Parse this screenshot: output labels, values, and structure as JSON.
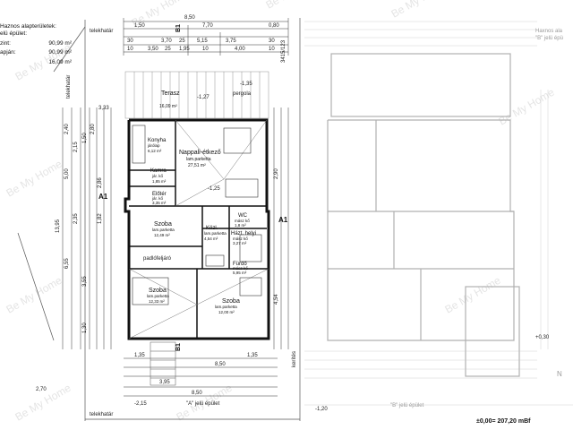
{
  "legend": {
    "title": "Haznos alapterületek:",
    "subtitle": "elü épület:",
    "rows": [
      {
        "label": "zint:",
        "value": "90,99 m²"
      },
      {
        "label": "apján:",
        "value": "90,99 m²"
      },
      {
        "label": "",
        "value": "16,09 m²"
      }
    ]
  },
  "ghost_legend": {
    "title": "Haxnos ala",
    "subtitle": "\"B\" jelü épü"
  },
  "rooms": {
    "terasz": {
      "name": "Terasz",
      "area": "16,09 m²"
    },
    "konyha": {
      "name": "Konyha",
      "floor": "járólap",
      "area": "6,12 m²"
    },
    "nappali": {
      "name": "Nappali-étkező",
      "floor": "lam.parketta",
      "area": "27,51 m²"
    },
    "kamra": {
      "name": "Kamra",
      "floor": "jár. kő",
      "area": "1,85 m²"
    },
    "eloter": {
      "name": "Előtér",
      "floor": "jár. kő",
      "area": "3,35 m²"
    },
    "wc": {
      "name": "WC",
      "floor": "mász kő",
      "area": "1,8 m²"
    },
    "kozl": {
      "name": "Közl.",
      "floor": "lam.parketta",
      "area": "4,54 m²"
    },
    "haztelyis": {
      "name": "Házt. helyi",
      "floor": "mász kő",
      "area": "3,27 m²"
    },
    "szoba1": {
      "name": "Szoba",
      "floor": "lam.parketta",
      "area": "12,49 m²"
    },
    "furdo": {
      "name": "Fürdő",
      "floor": "mász kő",
      "area": "5,95 m²"
    },
    "szoba2": {
      "name": "Szoba",
      "floor": "lam.parketta",
      "area": "12,33 m²"
    },
    "szoba3": {
      "name": "Szoba",
      "floor": "lam.parketta",
      "area": "12,00 m²"
    }
  },
  "labels": {
    "telekhatar_top": "telekhatár",
    "telekhatar_left": "telekhatár",
    "telekhatar_bottom": "telekhatár",
    "pergola": "pergola",
    "padlofeljaro": "padlófeljáró",
    "a_jelu_epulet": "\"A\" jelü épület",
    "b_jelu_epulet": "\"B\" jelü épület",
    "parcel_no": "3415/123",
    "kerites": "kerítés",
    "a1_left": "A1",
    "a1_right": "A1",
    "b1_top": "B1",
    "b1_bottom": "B1",
    "level": "±0,00= 207,20 mBf",
    "minus135": "-1,35",
    "minus127": "-1,27",
    "minus125": "-1,25",
    "minus120": "-1,20",
    "plus030": "+0,30",
    "north": "N"
  },
  "dimensions": {
    "top_total": "8,50",
    "top_row2": [
      "1,50",
      "7,70",
      "0,80"
    ],
    "top_row3": [
      "30",
      "3,70",
      "25",
      "5,15",
      "3,75",
      "30"
    ],
    "top_row4": [
      "10",
      "3,50",
      "25",
      "1,95",
      "10",
      "4,00",
      "10"
    ],
    "left_col": [
      "13,95",
      "2,40",
      "5,00",
      "6,55",
      "2,15",
      "2,35",
      "1,50",
      "3,55",
      "1,30"
    ],
    "bottom_row1": [
      "8,50",
      "1,35",
      "1,35"
    ],
    "bottom_row2": [
      "-2,15",
      "8,50",
      "2,70"
    ],
    "misc": [
      "3,33",
      "2,80",
      "2,86",
      "1,82",
      "3,95",
      "2,90",
      "4,54"
    ]
  },
  "watermark": "Be My Home"
}
